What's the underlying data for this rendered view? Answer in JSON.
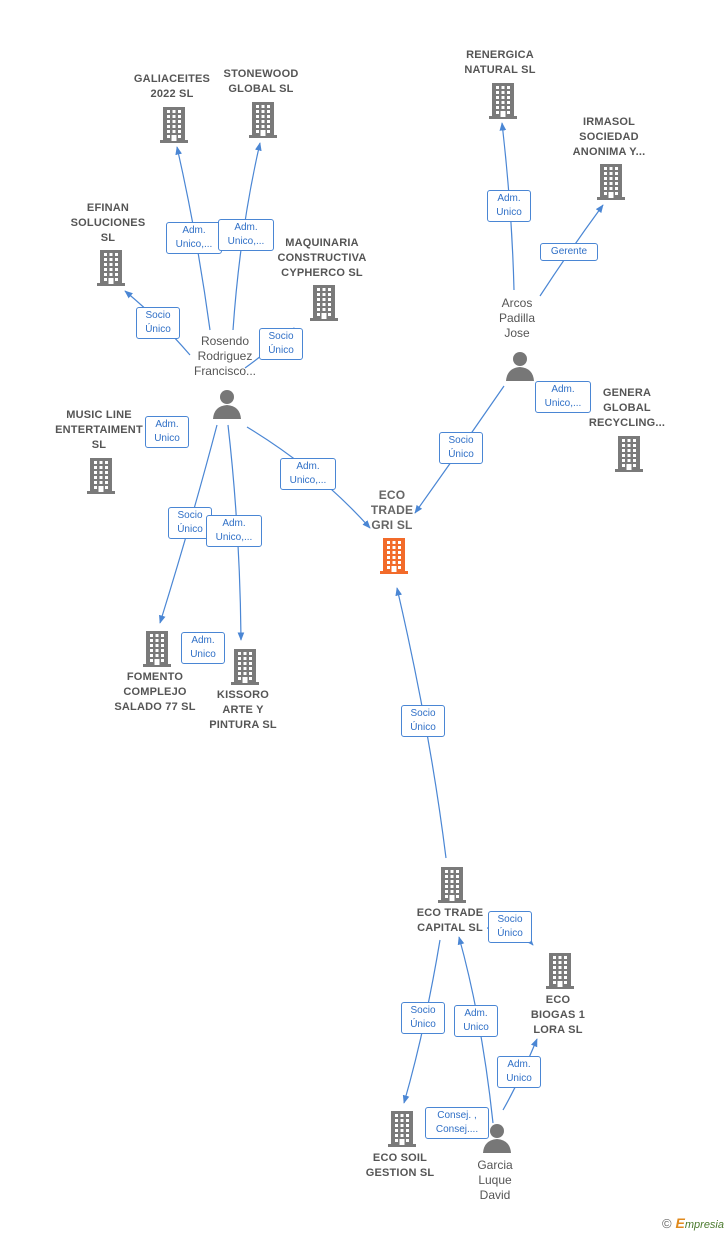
{
  "colors": {
    "building": "#7a7a7a",
    "main_building": "#f26b2a",
    "person": "#777777",
    "edge": "#4a86d4"
  },
  "nodes": [
    {
      "id": "eco_trade_gri",
      "type": "company",
      "main": true,
      "label": "ECO\nTRADE\nGRI  SL"
    },
    {
      "id": "galiaceites",
      "type": "company",
      "label": "GALIACEITES\n2022  SL"
    },
    {
      "id": "stonewood",
      "type": "company",
      "label": "STONEWOOD\nGLOBAL  SL"
    },
    {
      "id": "efinan",
      "type": "company",
      "label": "EFINAN\nSOLUCIONES\nSL"
    },
    {
      "id": "maquinaria",
      "type": "company",
      "label": "MAQUINARIA\nCONSTRUCTIVA\nCYPHERCO  SL"
    },
    {
      "id": "music_line",
      "type": "company",
      "label": "MUSIC LINE\nENTERTAIMENT\nSL"
    },
    {
      "id": "fomento",
      "type": "company",
      "label": "FOMENTO\nCOMPLEJO\nSALADO 77  SL"
    },
    {
      "id": "kissoro",
      "type": "company",
      "label": "KISSORO\nARTE Y\nPINTURA  SL"
    },
    {
      "id": "renergica",
      "type": "company",
      "label": "RENERGICA\nNATURAL SL"
    },
    {
      "id": "irmasol",
      "type": "company",
      "label": "IRMASOL\nSOCIEDAD\nANONIMA Y..."
    },
    {
      "id": "genera",
      "type": "company",
      "label": "GENERA\nGLOBAL\nRECYCLING..."
    },
    {
      "id": "eco_trade_capital",
      "type": "company",
      "label": "ECO TRADE\nCAPITAL  SL"
    },
    {
      "id": "eco_biogas",
      "type": "company",
      "label": "ECO\nBIOGAS 1\nLORA  SL"
    },
    {
      "id": "eco_soil",
      "type": "company",
      "label": "ECO SOIL\nGESTION  SL"
    },
    {
      "id": "rosendo",
      "type": "person",
      "label": "Rosendo\nRodriguez\nFrancisco..."
    },
    {
      "id": "arcos",
      "type": "person",
      "label": "Arcos\nPadilla\nJose"
    },
    {
      "id": "garcia",
      "type": "person",
      "label": "Garcia\nLuque\nDavid"
    }
  ],
  "edges": [
    {
      "from": "rosendo",
      "to": "galiaceites",
      "label": "Adm.\nUnico,..."
    },
    {
      "from": "rosendo",
      "to": "stonewood",
      "label": "Adm.\nUnico,..."
    },
    {
      "from": "rosendo",
      "to": "efinan",
      "label": "Socio\nÚnico"
    },
    {
      "from": "rosendo",
      "to": "maquinaria",
      "label": "Socio\nÚnico"
    },
    {
      "from": "rosendo",
      "to": "music_line",
      "label": "Adm.\nUnico"
    },
    {
      "from": "rosendo",
      "to": "eco_trade_gri",
      "label": "Adm.\nUnico,..."
    },
    {
      "from": "rosendo",
      "to": "fomento",
      "label": "Socio\nÚnico"
    },
    {
      "from": "rosendo",
      "to": "kissoro",
      "label": "Adm.\nUnico,..."
    },
    {
      "from": "rosendo",
      "to": "fomento",
      "label": "Adm.\nUnico"
    },
    {
      "from": "arcos",
      "to": "renergica",
      "label": "Adm.\nUnico"
    },
    {
      "from": "arcos",
      "to": "irmasol",
      "label": "Gerente"
    },
    {
      "from": "arcos",
      "to": "genera",
      "label": "Adm.\nUnico,..."
    },
    {
      "from": "arcos",
      "to": "eco_trade_gri",
      "label": "Socio\nÚnico"
    },
    {
      "from": "eco_trade_capital",
      "to": "eco_trade_gri",
      "label": "Socio\nÚnico"
    },
    {
      "from": "eco_trade_capital",
      "to": "eco_trade_capital",
      "label": "Socio\nÚnico"
    },
    {
      "from": "eco_trade_capital",
      "to": "eco_soil",
      "label": "Socio\nÚnico"
    },
    {
      "from": "garcia",
      "to": "eco_trade_capital",
      "label": "Adm.\nUnico"
    },
    {
      "from": "garcia",
      "to": "eco_biogas",
      "label": "Adm.\nUnico"
    },
    {
      "from": "garcia",
      "to": "eco_soil",
      "label": "Consej. ,\nConsej...."
    }
  ],
  "footer": {
    "copyright": "©",
    "brand_initial": "E",
    "brand_rest": "mpresia"
  }
}
